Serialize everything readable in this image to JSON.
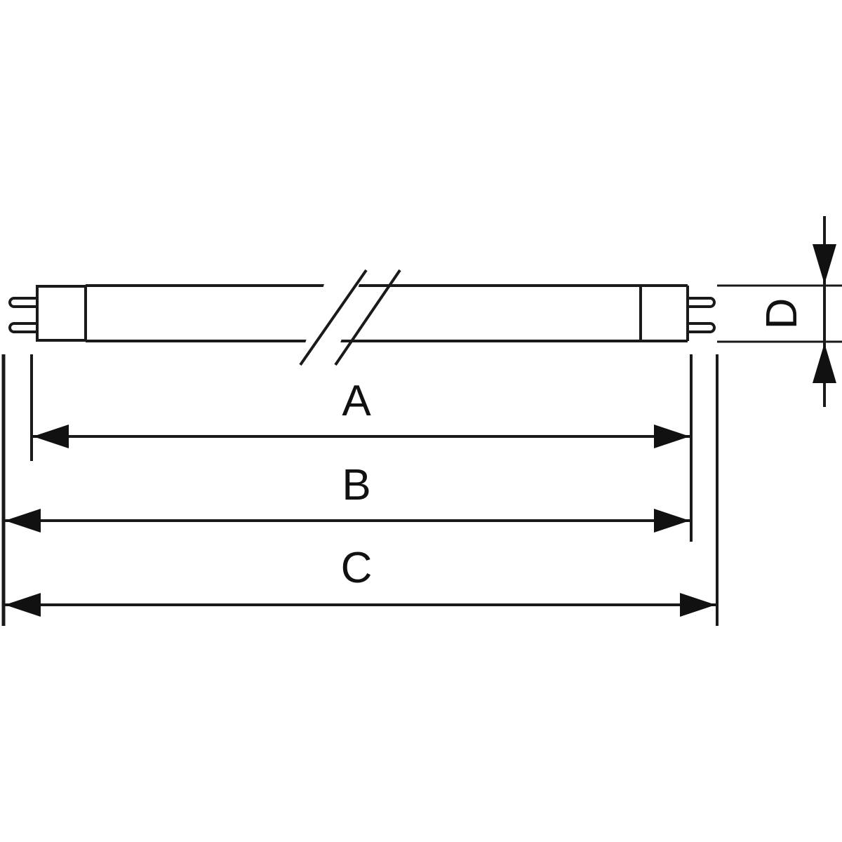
{
  "diagram": {
    "subject": "fluorescent-tube-dimensions",
    "labels": {
      "a": "A",
      "b": "B",
      "c": "C",
      "d": "D"
    },
    "line_color": "#1a1a1a"
  }
}
